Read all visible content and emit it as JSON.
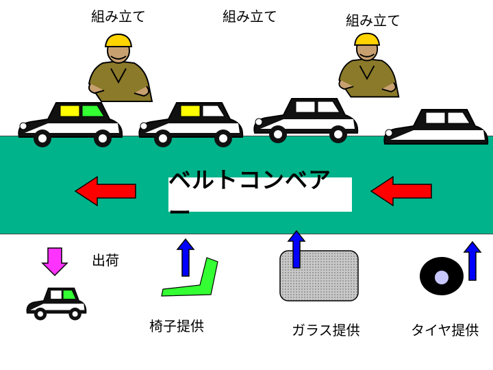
{
  "assembly": {
    "station_1": "組み立て",
    "station_2": "組み立て",
    "station_3": "組み立て"
  },
  "conveyor": {
    "title": "ベルトコンベアー"
  },
  "outputs": {
    "shipping": "出荷",
    "seat_supply": "椅子提供",
    "glass_supply": "ガラス提供",
    "tire_supply": "タイヤ提供"
  },
  "colors": {
    "conveyor": "#00b38a",
    "flow_arrow": "#ff0000",
    "supply_arrow": "#0000ff",
    "ship_arrow": "#ff33ff",
    "seat": "#33ff33",
    "glass": "#bcbcbc",
    "window_yellow": "#ffff00",
    "window_green": "#33ff33"
  }
}
